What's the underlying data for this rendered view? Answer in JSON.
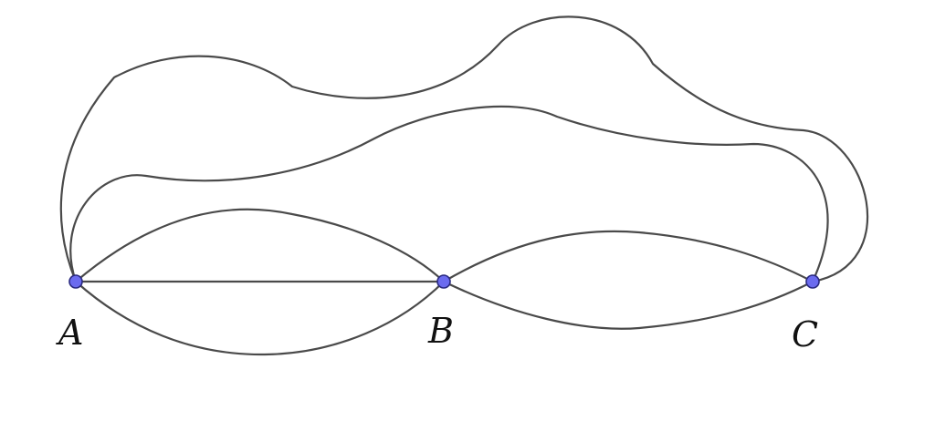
{
  "colors": {
    "edge": "#4a4a4a",
    "vertex_fill": "#6b6bef",
    "vertex_stroke": "#2a2a80",
    "label": "#111111"
  },
  "vertices": [
    {
      "id": "A",
      "label": "A"
    },
    {
      "id": "B",
      "label": "B"
    },
    {
      "id": "C",
      "label": "C"
    }
  ],
  "edges": [
    {
      "id": "ab-straight",
      "from": "A",
      "to": "B"
    },
    {
      "id": "ab-upper-arc",
      "from": "A",
      "to": "B"
    },
    {
      "id": "ab-lower-arc",
      "from": "A",
      "to": "B"
    },
    {
      "id": "bc-upper-arc",
      "from": "B",
      "to": "C"
    },
    {
      "id": "bc-lower-arc",
      "from": "B",
      "to": "C"
    },
    {
      "id": "ac-inner-curve",
      "from": "A",
      "to": "C"
    },
    {
      "id": "ac-outer-curve",
      "from": "A",
      "to": "C"
    }
  ]
}
